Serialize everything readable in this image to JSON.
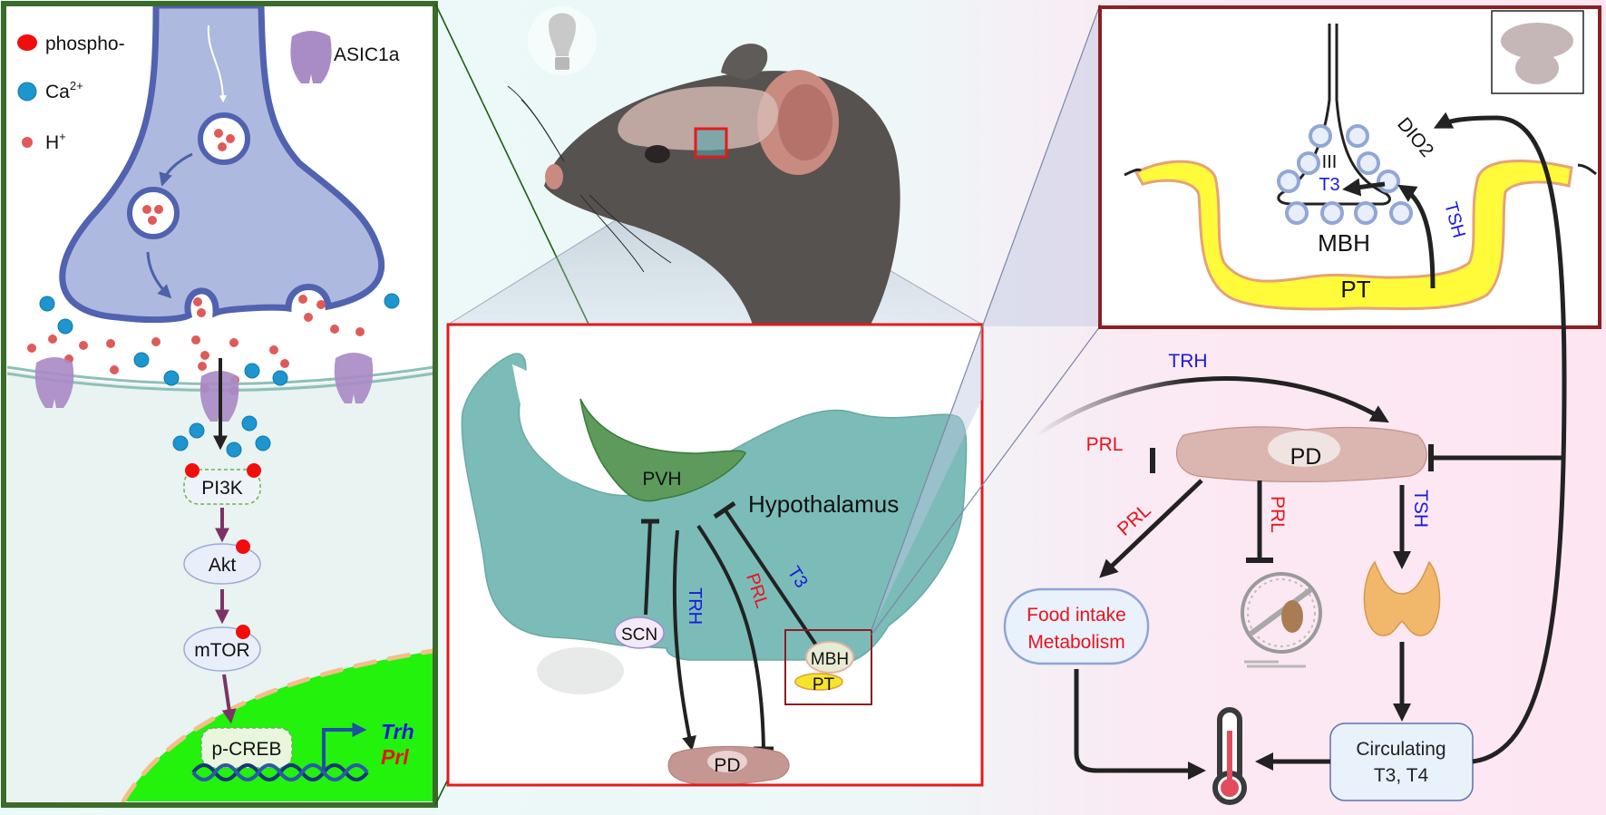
{
  "legend": {
    "phospho": "phospho-",
    "calcium": "Ca",
    "calcium_sup": "2+",
    "proton": "H",
    "proton_sup": "+",
    "asic": "ASIC1a"
  },
  "signaling": {
    "pi3k": "PI3K",
    "akt": "Akt",
    "mtor": "mTOR",
    "pcreb": "p-CREB",
    "gene_trh": "Trh",
    "gene_prl": "Prl"
  },
  "hypothalamus": {
    "title": "Hypothalamus",
    "pvh": "PVH",
    "scn": "SCN",
    "mbh": "MBH",
    "pt": "PT",
    "pd": "PD",
    "arrow_trh": "TRH",
    "arrow_prl": "PRL",
    "arrow_t3": "T3"
  },
  "mbh_inset": {
    "ventricle": "III",
    "t3": "T3",
    "dio2": "DIO2",
    "tsh": "TSH",
    "mbh": "MBH",
    "pt": "PT"
  },
  "axis": {
    "trh": "TRH",
    "prl_inhibit": "PRL",
    "pd": "PD",
    "prl_food": "PRL",
    "prl_wheel": "PRL",
    "tsh": "TSH",
    "food_line1": "Food intake",
    "food_line2": "Metabolism",
    "circ_line1": "Circulating",
    "circ_line2": "T3, T4"
  },
  "colors": {
    "blue_label": "#1a1adb",
    "red_label": "#e8141e",
    "panel_green": "#3b6b2a",
    "hypo_box_red": "#e31b1b",
    "mbh_box_maroon": "#8b1f22",
    "nucleus_green": "#22f20c",
    "teal": "#7bbcb8"
  }
}
